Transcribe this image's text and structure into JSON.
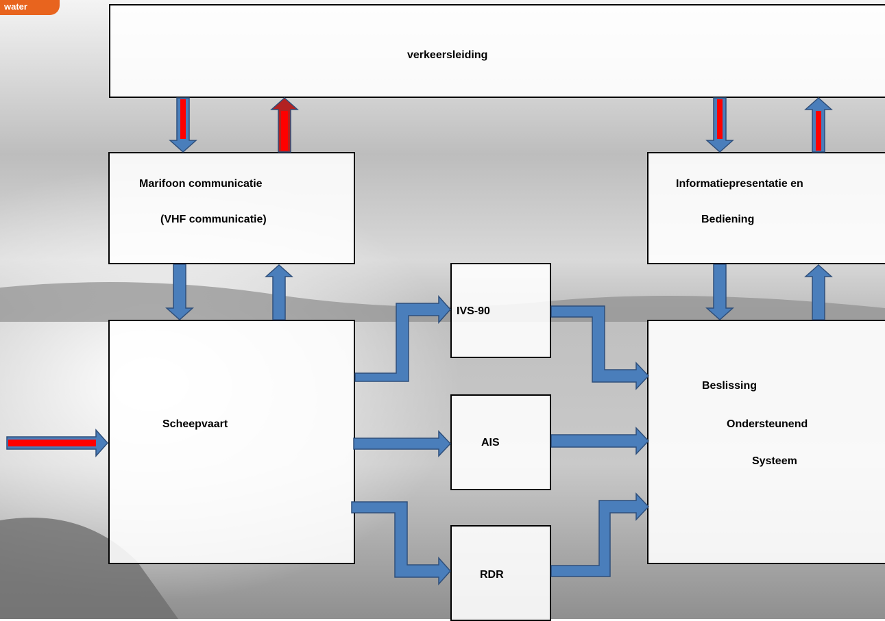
{
  "logo": {
    "text": "water"
  },
  "boxes": {
    "verkeersleiding": {
      "label": "verkeersleiding"
    },
    "marifoon": {
      "line1": "Marifoon communicatie",
      "line2": "(VHF communicatie)"
    },
    "informatie": {
      "line1": "Informatiepresentatie en",
      "line2": "Bediening"
    },
    "scheepvaart": {
      "label": "Scheepvaart"
    },
    "ivs": {
      "label": "IVS-90"
    },
    "ais": {
      "label": "AIS"
    },
    "rdr": {
      "label": "RDR"
    },
    "bos": {
      "line1": "Beslissing",
      "line2": "Ondersteunend",
      "line3": "Systeem"
    }
  },
  "colors": {
    "arrow_blue": "#4a7ebb",
    "arrow_red": "#ff0000",
    "accent": "#e8641e"
  }
}
